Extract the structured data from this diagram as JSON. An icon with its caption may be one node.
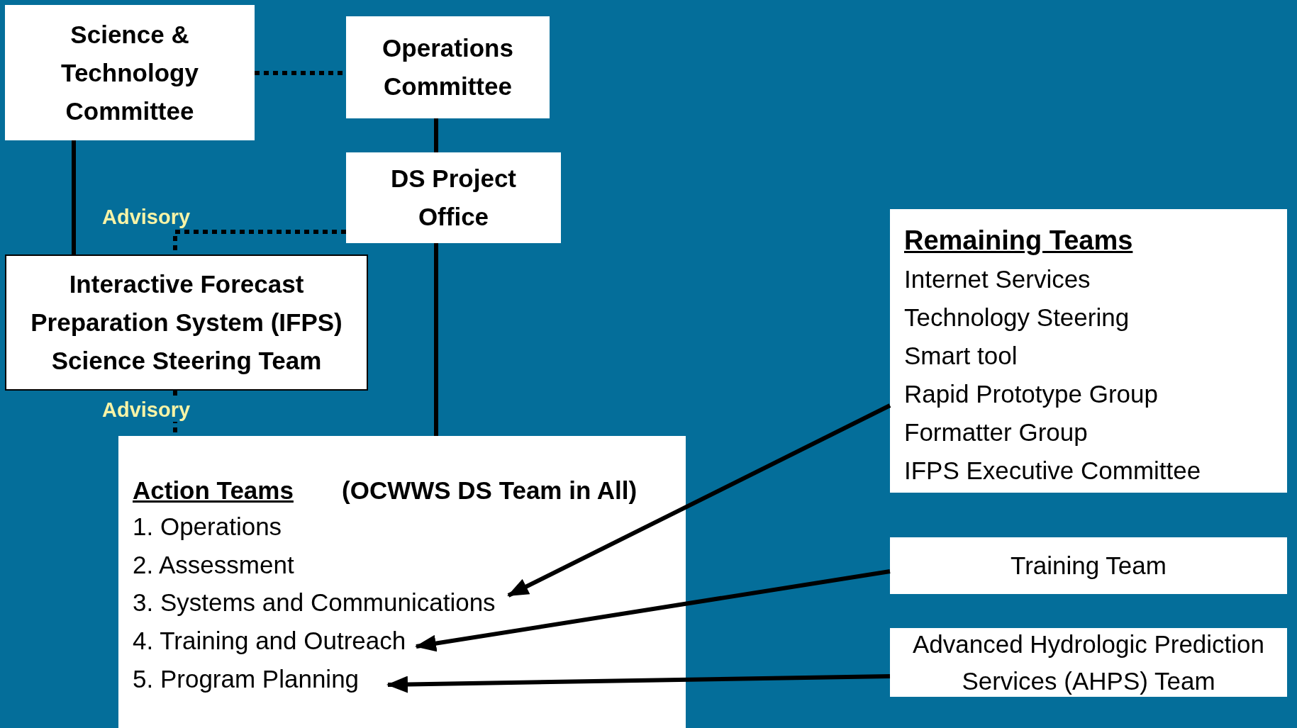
{
  "diagram": {
    "nodes": [
      {
        "text": [
          "Science & Technology Committee"
        ]
      },
      {
        "text": [
          "Operations Committee"
        ]
      },
      {
        "text": [
          "DS Project Office"
        ]
      },
      {
        "text": [
          "Interactive Forecast Preparation System (IFPS) Science Steering Team"
        ]
      },
      {
        "text": [
          "Action Teams",
          "(OCWWS DS Team in All)"
        ]
      },
      {
        "text": [
          "1. Operations"
        ],
        "in": 4
      },
      {
        "text": [
          "2. Assessment"
        ],
        "in": 4
      },
      {
        "text": [
          "3. Systems and Communications"
        ],
        "in": 4
      },
      {
        "text": [
          "4. Training and Outreach"
        ],
        "in": 4
      },
      {
        "text": [
          "5. Program Planning"
        ],
        "in": 4
      },
      {
        "text": [
          "Remaining Teams",
          "Internet Services",
          "Technology Steering",
          "Smart tool",
          "Rapid Prototype Group",
          "Formatter Group",
          "IFPS Executive Committee"
        ]
      },
      {
        "text": [
          "Training Team"
        ]
      },
      {
        "text": [
          "Advanced Hydrologic Prediction Services (AHPS) Team"
        ]
      }
    ],
    "edges": [
      {
        "from": 0,
        "to": 1,
        "arrow": "none",
        "style": "dashed"
      },
      {
        "from": 1,
        "to": 2,
        "arrow": "none"
      },
      {
        "from": 0,
        "to": 3,
        "arrow": "none"
      },
      {
        "from": 2,
        "to": 3,
        "arrow": "none",
        "style": "dashed",
        "label": "Advisory"
      },
      {
        "from": 3,
        "to": 4,
        "arrow": "none",
        "style": "dashed",
        "label": "Advisory"
      },
      {
        "from": 2,
        "to": 4,
        "arrow": "none"
      },
      {
        "from": 10,
        "to": 7,
        "arrow": "to"
      },
      {
        "from": 11,
        "to": 8,
        "arrow": "to"
      },
      {
        "from": 12,
        "to": 9,
        "arrow": "to"
      }
    ]
  }
}
